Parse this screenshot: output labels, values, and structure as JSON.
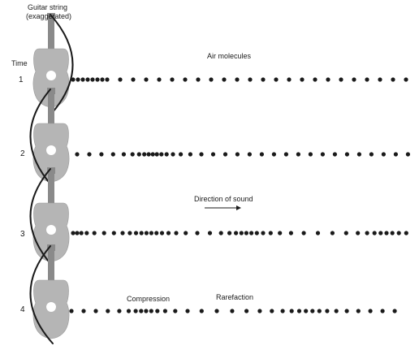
{
  "labels": {
    "guitar_string_line1": "Guitar string",
    "guitar_string_line2": "(exaggerated)",
    "time": "Time",
    "air_molecules": "Air molecules",
    "direction_of_sound": "Direction of sound",
    "compression": "Compression",
    "rarefaction": "Rarefaction"
  },
  "rows": [
    {
      "time": "1",
      "string_bend": "right"
    },
    {
      "time": "2",
      "string_bend": "left"
    },
    {
      "time": "3",
      "string_bend": "left"
    },
    {
      "time": "4",
      "string_bend": "left"
    }
  ],
  "colors": {
    "guitar": "#b5b5b5",
    "guitar_dark": "#8a8a8a",
    "string": "#1a1a1a",
    "molecule": "#1a1a1a"
  }
}
